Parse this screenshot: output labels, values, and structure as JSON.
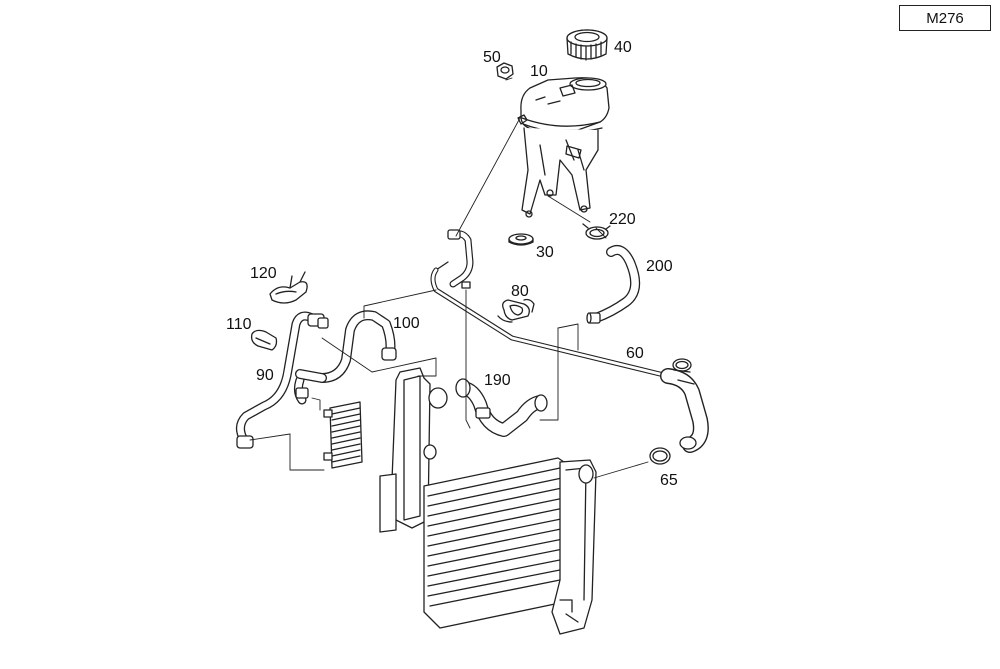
{
  "model_code": "M276",
  "callouts": {
    "c10": "10",
    "c30": "30",
    "c40": "40",
    "c50": "50",
    "c60": "60",
    "c65": "65",
    "c80": "80",
    "c90": "90",
    "c100": "100",
    "c110": "110",
    "c120": "120",
    "c190": "190",
    "c200": "200",
    "c220": "220"
  }
}
